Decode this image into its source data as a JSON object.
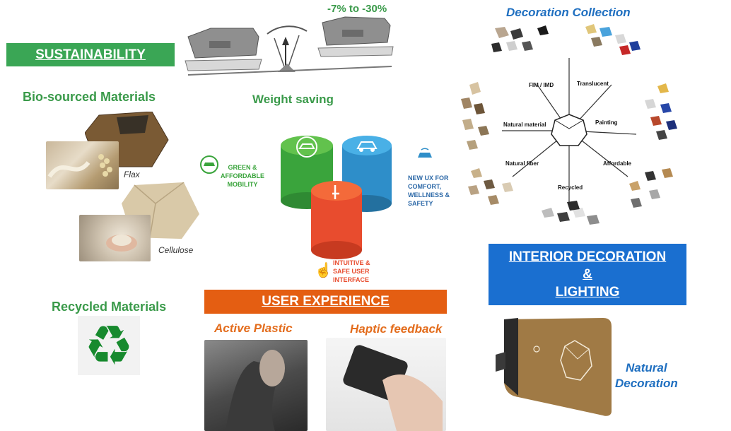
{
  "sustainability": {
    "title": "SUSTAINABILITY",
    "bio_title": "Bio-sourced Materials",
    "flax_caption": "Flax",
    "cellulose_caption": "Cellulose",
    "recycled_title": "Recycled Materials",
    "weight_range": "-7% to -30%",
    "weight_label": "Weight saving"
  },
  "center": {
    "green_label": "GREEN & AFFORDABLE MOBILITY",
    "blue_label": "NEW UX FOR COMFORT, WELLNESS & SAFETY",
    "red_label": "INTUITIVE & SAFE USER INTERFACE"
  },
  "user_experience": {
    "title": "USER EXPERIENCE",
    "active_plastic": "Active Plastic",
    "haptic": "Haptic feedback"
  },
  "decoration": {
    "collection_title": "Decoration Collection",
    "spokes": [
      "FIM / IMD",
      "Translucent",
      "Painting",
      "Affordable",
      "Recycled",
      "Natural fiber",
      "Natural material"
    ],
    "title_line1": "INTERIOR DECORATION",
    "title_line2": "&",
    "title_line3": "LIGHTING",
    "natural_line1": "Natural",
    "natural_line2": "Decoration"
  },
  "colors": {
    "green_banner": "#3aa655",
    "orange_banner": "#e45e12",
    "blue_banner": "#1a6fd0"
  }
}
